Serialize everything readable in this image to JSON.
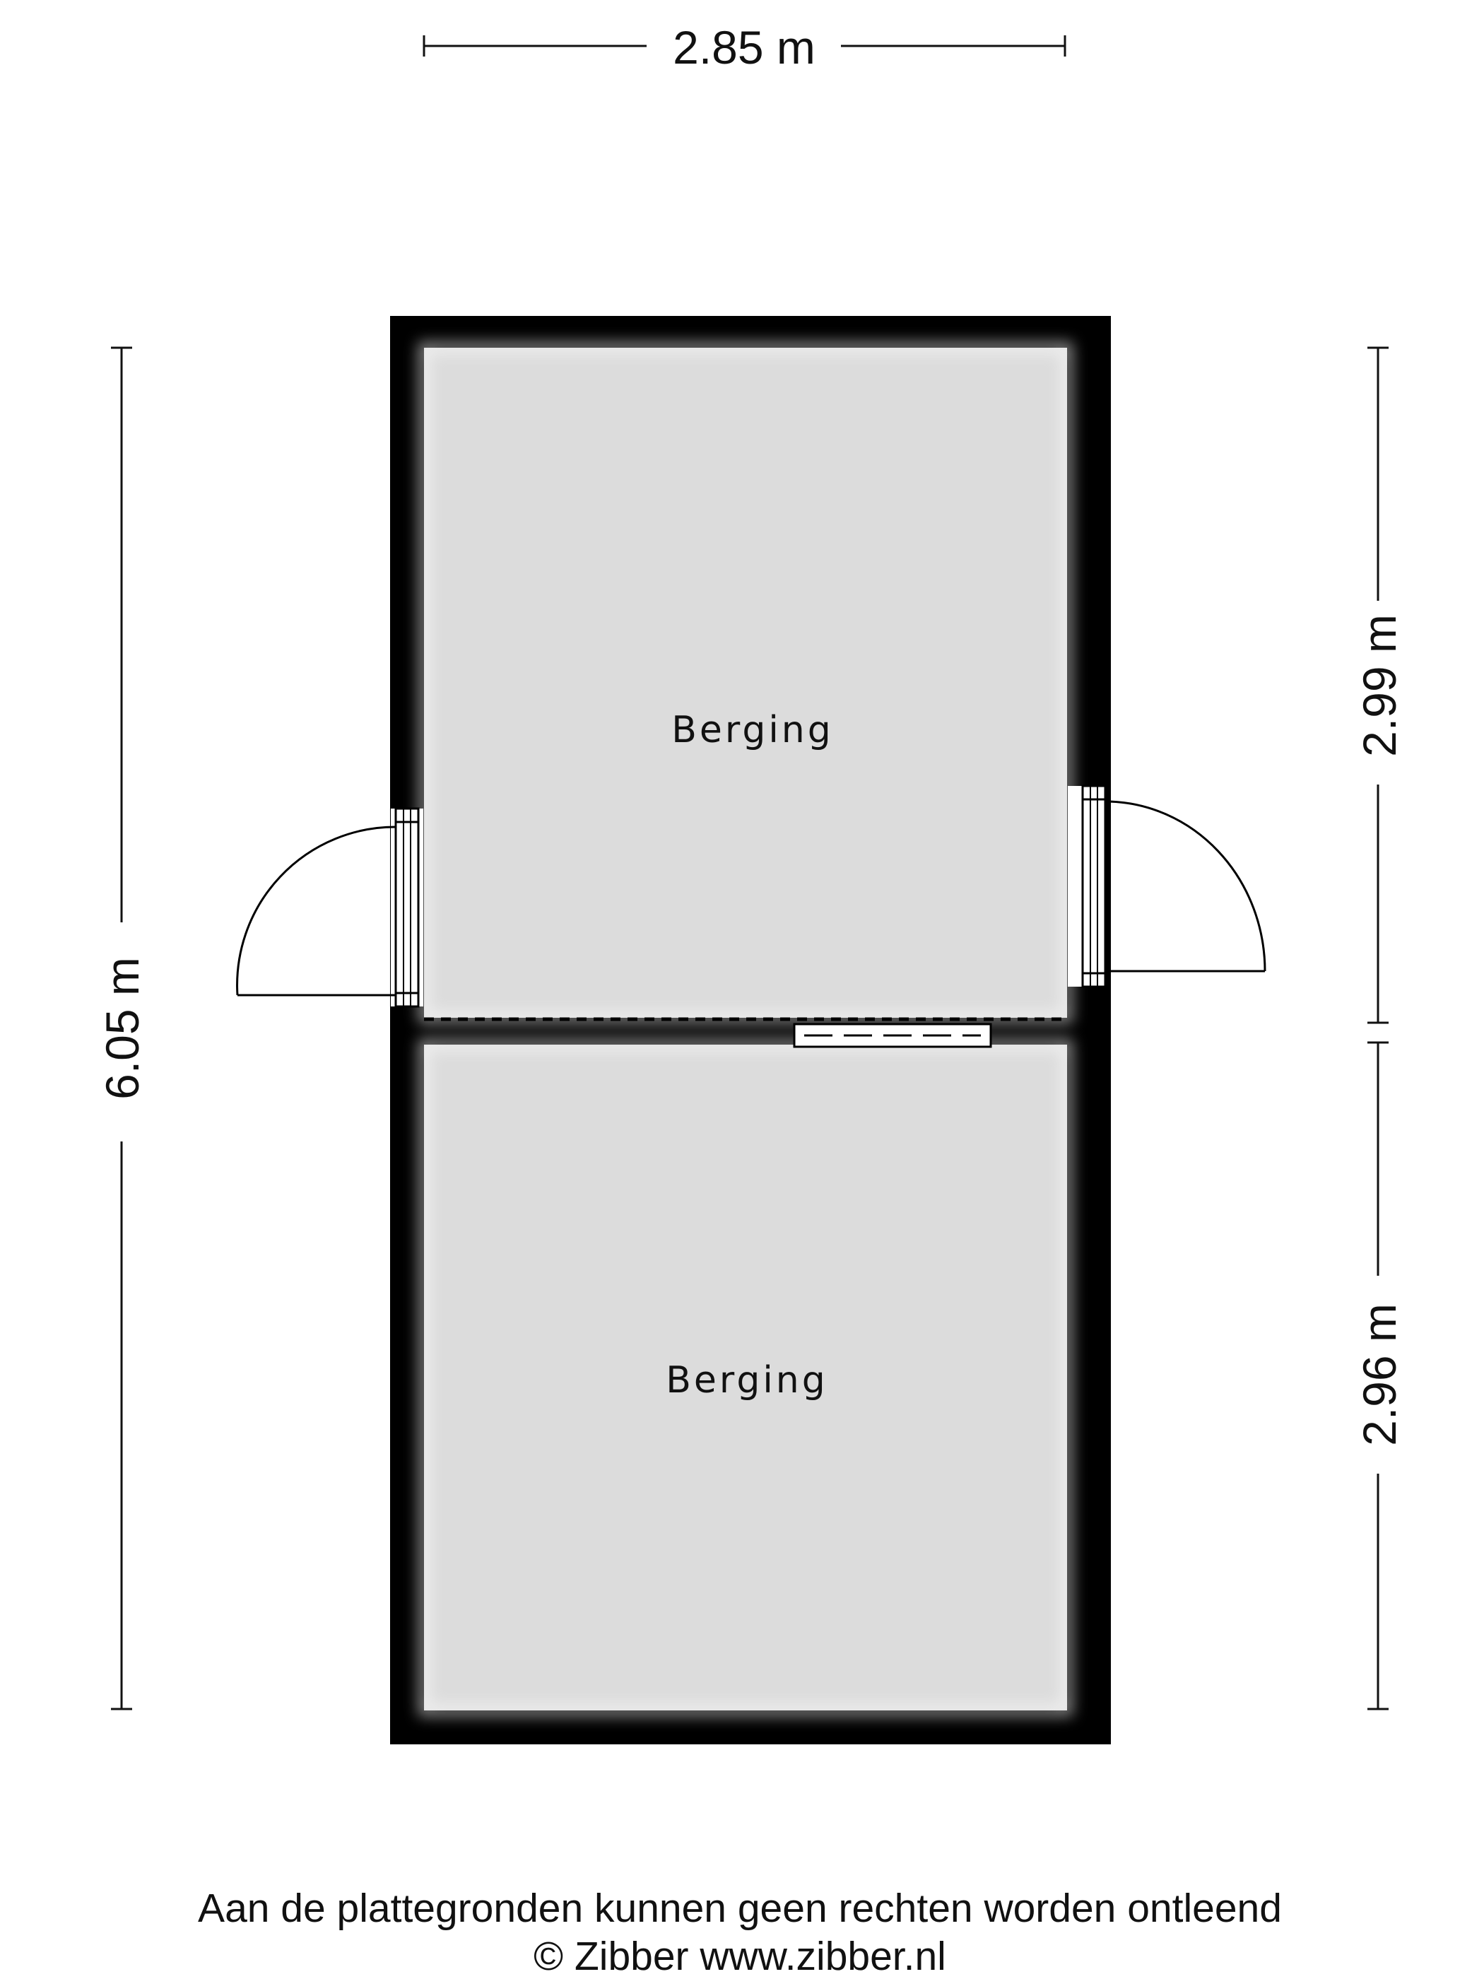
{
  "dimensions": {
    "top_width": "2.85 m",
    "left_height": "6.05 m",
    "right_upper": "2.99 m",
    "right_lower": "2.96 m"
  },
  "rooms": [
    {
      "label": "Berging"
    },
    {
      "label": "Berging"
    }
  ],
  "footer": {
    "disclaimer": "Aan de plattegronden kunnen geen rechten worden ontleend",
    "copyright": "© Zibber www.zibber.nl"
  },
  "colors": {
    "wall": "#000000",
    "floor": "#dcdcdc",
    "line": "#111111",
    "background": "#ffffff"
  }
}
